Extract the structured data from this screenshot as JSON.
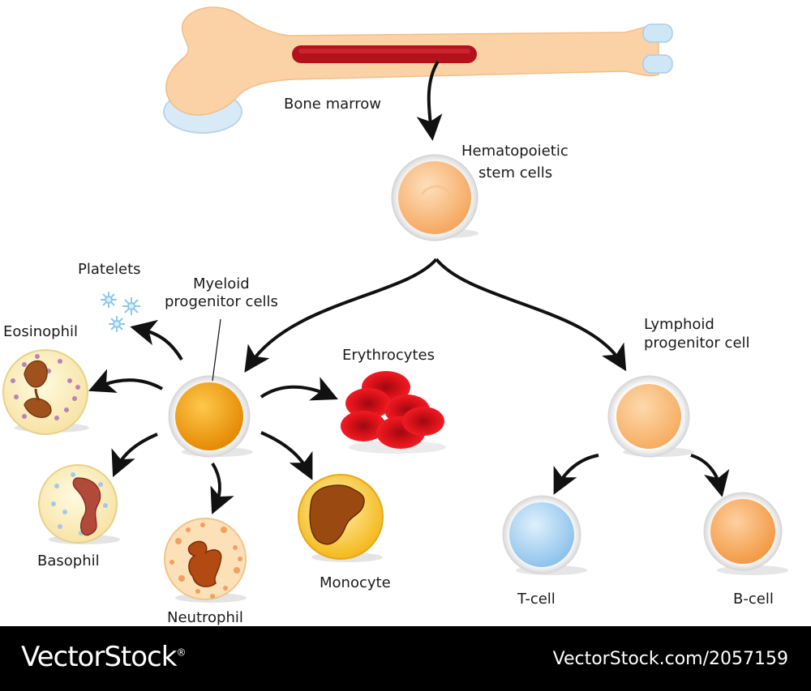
{
  "labels": {
    "bone_marrow": "Bone marrow",
    "hsc_line1": "Hematopoietic",
    "hsc_line2": "stem cells",
    "myeloid_line1": "Myeloid",
    "myeloid_line2": "progenitor cells",
    "lymphoid_line1": "Lymphoid",
    "lymphoid_line2": "progenitor cell",
    "platelets": "Platelets",
    "eosinophil": "Eosinophil",
    "basophil": "Basophil",
    "neutrophil": "Neutrophil",
    "monocyte": "Monocyte",
    "erythrocytes": "Erythrocytes",
    "t_cell": "T-cell",
    "b_cell": "B-cell"
  },
  "footer": {
    "brand": "VectorStock",
    "brand_mark": "®",
    "image_id": "VectorStock.com/2057159"
  },
  "colors": {
    "bone": "#fbd2a6",
    "marrow": "#b3121c",
    "myeloid": "#f0a010",
    "hsc": "#f7b97a",
    "lymphoid": "#fbc386",
    "t_cell": "#b9daf4",
    "b_cell": "#fbb86a",
    "erythrocyte": "#e0141e",
    "arrow": "#111111"
  }
}
